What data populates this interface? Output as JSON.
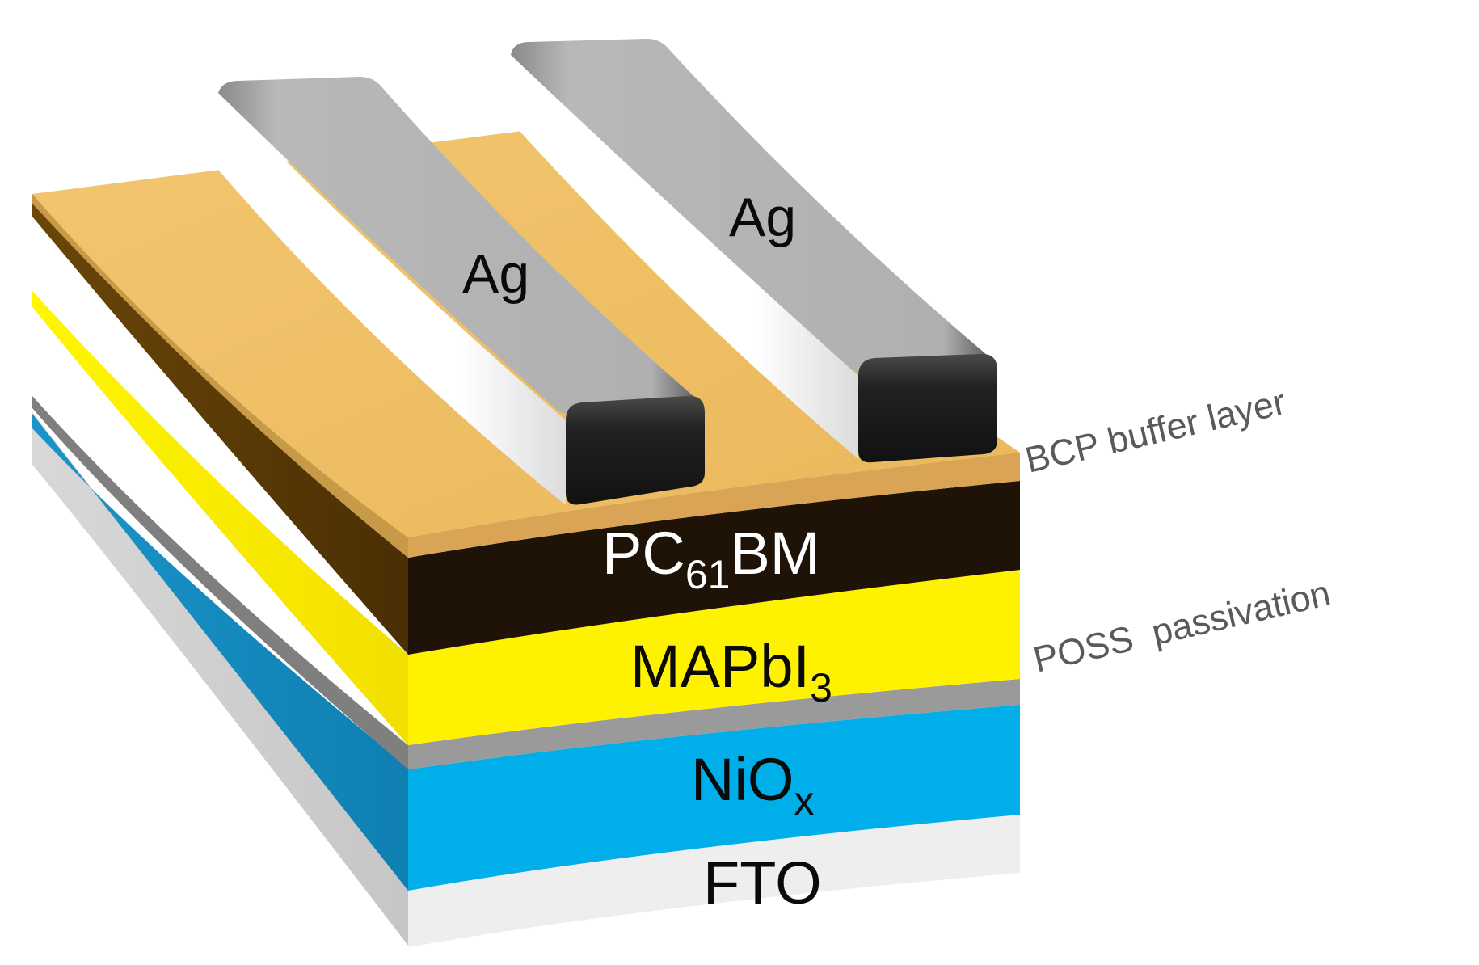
{
  "title": "",
  "layers": {
    "ag_electrode_1": {
      "label": "Ag"
    },
    "ag_electrode_2": {
      "label": "Ag"
    },
    "pcbm": {
      "prefix": "PC",
      "subscript": "61",
      "suffix": "BM"
    },
    "mapbi3": {
      "prefix": "MAPbI",
      "subscript": "3"
    },
    "niox": {
      "prefix": "NiO",
      "subscript": "x"
    },
    "fto": {
      "label": "FTO"
    }
  },
  "annotations": {
    "bcp": "BCP buffer layer",
    "poss": "POSS  passivation"
  },
  "colors": {
    "bcp_top": "#efbd63",
    "pcbm_front": "#1e1306",
    "pcbm_side": "#5c3a06",
    "mapbi3": "#fff200",
    "poss": "#9a9a9a",
    "niox": "#00aeea",
    "fto": "#ececec",
    "ag_top": "#b3b3b3",
    "ag_front": "#2a2a2a"
  }
}
